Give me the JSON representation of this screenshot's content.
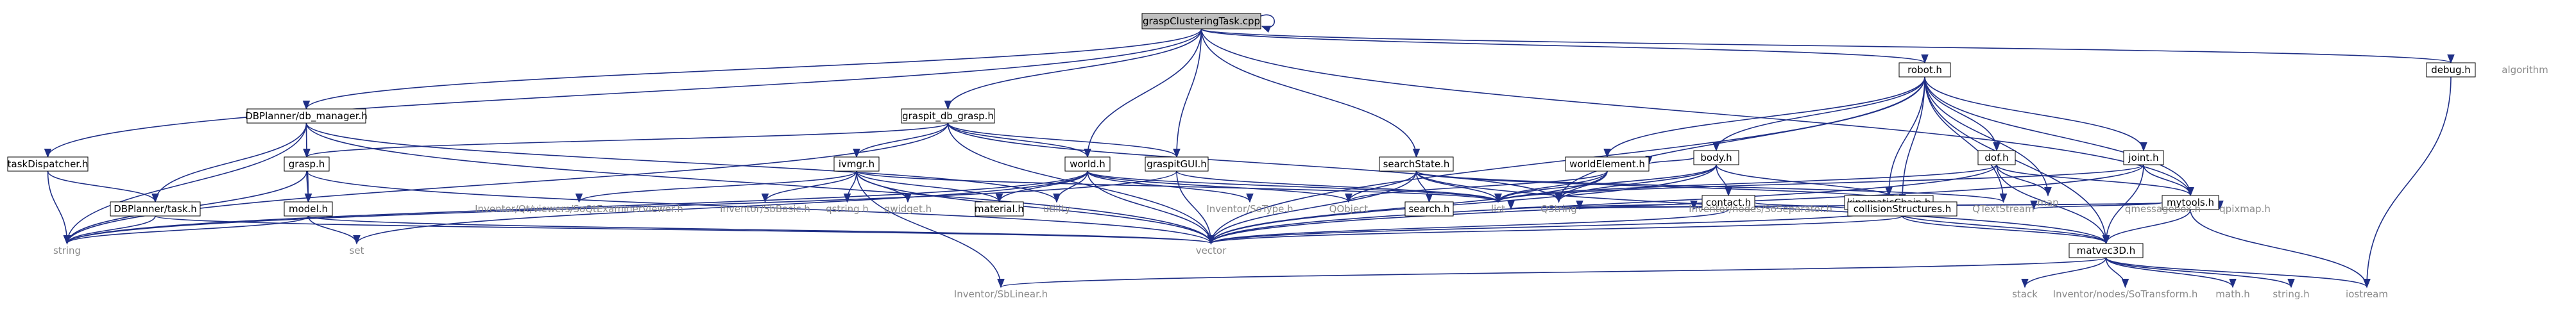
{
  "graph": {
    "colors": {
      "edge": "#1f2f86",
      "root_fill": "#bfbfbf",
      "box_stroke": "#000000",
      "external_text": "#8a8a8a"
    },
    "nodes": [
      {
        "id": "root",
        "label": "graspClusteringTask.cpp",
        "kind": "root"
      },
      {
        "id": "robot",
        "label": "robot.h",
        "kind": "box"
      },
      {
        "id": "debug",
        "label": "debug.h",
        "kind": "box"
      },
      {
        "id": "algorithm",
        "label": "algorithm",
        "kind": "ext"
      },
      {
        "id": "dbmgr",
        "label": "DBPlanner/db_manager.h",
        "kind": "box"
      },
      {
        "id": "graspitdb",
        "label": "graspit_db_grasp.h",
        "kind": "box"
      },
      {
        "id": "taskdisp",
        "label": "taskDispatcher.h",
        "kind": "box"
      },
      {
        "id": "searchstate",
        "label": "searchState.h",
        "kind": "box"
      },
      {
        "id": "world",
        "label": "world.h",
        "kind": "box"
      },
      {
        "id": "graspitgui",
        "label": "graspitGUI.h",
        "kind": "box"
      },
      {
        "id": "body",
        "label": "body.h",
        "kind": "box"
      },
      {
        "id": "dof",
        "label": "dof.h",
        "kind": "box"
      },
      {
        "id": "joint",
        "label": "joint.h",
        "kind": "box"
      },
      {
        "id": "grasp",
        "label": "grasp.h",
        "kind": "box"
      },
      {
        "id": "ivmgr",
        "label": "ivmgr.h",
        "kind": "box"
      },
      {
        "id": "worldelement",
        "label": "worldElement.h",
        "kind": "box"
      },
      {
        "id": "contact",
        "label": "contact.h",
        "kind": "box"
      },
      {
        "id": "kinchain",
        "label": "kinematicChain.h",
        "kind": "box"
      },
      {
        "id": "mytools",
        "label": "mytools.h",
        "kind": "box"
      },
      {
        "id": "map",
        "label": "map",
        "kind": "ext"
      },
      {
        "id": "dbtask",
        "label": "DBPlanner/task.h",
        "kind": "box"
      },
      {
        "id": "model",
        "label": "model.h",
        "kind": "box"
      },
      {
        "id": "soqt",
        "label": "Inventor/Qt/viewers/SoQtExaminerViewer.h",
        "kind": "ext"
      },
      {
        "id": "sobasic",
        "label": "Inventor/SbBasic.h",
        "kind": "ext"
      },
      {
        "id": "qstring_h",
        "label": "qstring.h",
        "kind": "ext"
      },
      {
        "id": "qwidget",
        "label": "qwidget.h",
        "kind": "ext"
      },
      {
        "id": "material",
        "label": "material.h",
        "kind": "box"
      },
      {
        "id": "utility",
        "label": "utility",
        "kind": "ext"
      },
      {
        "id": "sotype",
        "label": "Inventor/SoType.h",
        "kind": "ext"
      },
      {
        "id": "qobject",
        "label": "QObject",
        "kind": "ext"
      },
      {
        "id": "searchh",
        "label": "search.h",
        "kind": "box"
      },
      {
        "id": "list",
        "label": "list",
        "kind": "ext"
      },
      {
        "id": "qstring",
        "label": "QString",
        "kind": "ext"
      },
      {
        "id": "soseparator",
        "label": "Inventor/nodes/SoSeparator.h",
        "kind": "ext"
      },
      {
        "id": "collision",
        "label": "collisionStructures.h",
        "kind": "box"
      },
      {
        "id": "qtextstream",
        "label": "QTextStream",
        "kind": "ext"
      },
      {
        "id": "qmessagebox",
        "label": "qmessagebox.h",
        "kind": "ext"
      },
      {
        "id": "qpixmap",
        "label": "qpixmap.h",
        "kind": "ext"
      },
      {
        "id": "string",
        "label": "string",
        "kind": "ext"
      },
      {
        "id": "set",
        "label": "set",
        "kind": "ext"
      },
      {
        "id": "vector",
        "label": "vector",
        "kind": "ext"
      },
      {
        "id": "matvec",
        "label": "matvec3D.h",
        "kind": "box"
      },
      {
        "id": "sblinear",
        "label": "Inventor/SbLinear.h",
        "kind": "ext"
      },
      {
        "id": "stack",
        "label": "stack",
        "kind": "ext"
      },
      {
        "id": "sotransform",
        "label": "Inventor/nodes/SoTransform.h",
        "kind": "ext"
      },
      {
        "id": "mathh",
        "label": "math.h",
        "kind": "ext"
      },
      {
        "id": "stringh",
        "label": "string.h",
        "kind": "ext"
      },
      {
        "id": "iostream",
        "label": "iostream",
        "kind": "ext"
      }
    ]
  }
}
